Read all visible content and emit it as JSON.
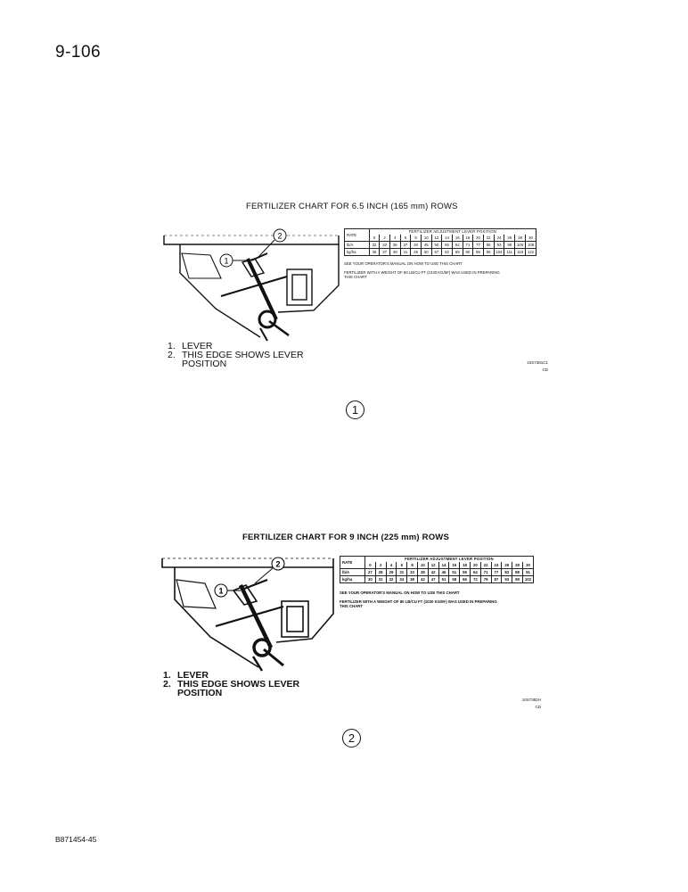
{
  "page_number": "9-106",
  "footer_code": "B871454-45",
  "figures": [
    {
      "title": "FERTILIZER CHART FOR 6.5 INCH (165 mm) ROWS",
      "figure_number": "1",
      "callouts": [
        "1",
        "2"
      ],
      "legend": [
        {
          "num": "1.",
          "text": "LEVER"
        },
        {
          "num": "2.",
          "text": "THIS EDGE SHOWS LEVER"
        },
        {
          "num": "",
          "text": "POSITION"
        }
      ],
      "table": {
        "rate_label": "RATE",
        "header": "FERTILIZER ADJUSTMENT LEVER POSITION",
        "positions": [
          "0",
          "2",
          "4",
          "6",
          "8",
          "10",
          "12",
          "14",
          "16",
          "18",
          "20",
          "22",
          "24",
          "26",
          "28",
          "30"
        ],
        "rows": [
          {
            "label": "lb/A",
            "values": [
              "32",
              "33",
              "35",
              "37",
              "40",
              "45",
              "50",
              "55",
              "62",
              "71",
              "77",
              "85",
              "93",
              "99",
              "105",
              "109"
            ]
          },
          {
            "label": "kg/ha",
            "values": [
              "36",
              "37",
              "39",
              "41",
              "45",
              "50",
              "57",
              "62",
              "69",
              "80",
              "86",
              "95",
              "104",
              "111",
              "118",
              "122"
            ]
          }
        ]
      },
      "notes": [
        "SEE YOUR OPERATOR'S MANUAL ON HOW TO USE THIS CHART",
        "FERTILIZER WITH A WEIGHT OF 80 lb/cu ft (1030 kg/m³) WAS USED IN PREPARING THIS CHART"
      ],
      "image_code": "10S7381C1",
      "image_code_2": "CD"
    },
    {
      "title": "FERTILIZER CHART FOR 9 INCH (225 mm) ROWS",
      "figure_number": "2",
      "callouts": [
        "1",
        "2"
      ],
      "legend": [
        {
          "num": "1.",
          "text": "LEVER"
        },
        {
          "num": "2.",
          "text": "THIS EDGE SHOWS LEVER"
        },
        {
          "num": "",
          "text": "POSITION"
        }
      ],
      "table": {
        "rate_label": "RATE",
        "header": "FERTILIZER ADJUSTMENT LEVER POSITION",
        "positions": [
          "0",
          "2",
          "4",
          "6",
          "8",
          "10",
          "12",
          "14",
          "16",
          "18",
          "20",
          "22",
          "24",
          "26",
          "28",
          "30"
        ],
        "rows": [
          {
            "label": "lb/A",
            "values": [
              "27",
              "28",
              "29",
              "31",
              "33",
              "38",
              "42",
              "46",
              "51",
              "59",
              "64",
              "71",
              "77",
              "83",
              "88",
              "91"
            ]
          },
          {
            "label": "kg/ha",
            "values": [
              "30",
              "31",
              "32",
              "34",
              "38",
              "42",
              "47",
              "51",
              "58",
              "66",
              "72",
              "79",
              "87",
              "93",
              "99",
              "102"
            ]
          }
        ]
      },
      "notes": [
        "SEE YOUR OPERATOR'S MANUAL ON HOW TO USE THIS CHART",
        "FERTILIZER WITH A WEIGHT OF 80 lb/cu ft (1030 kg/m³) WAS USED IN PREPARING THIS CHART"
      ],
      "image_code": "10S7382H",
      "image_code_2": "CD"
    }
  ]
}
